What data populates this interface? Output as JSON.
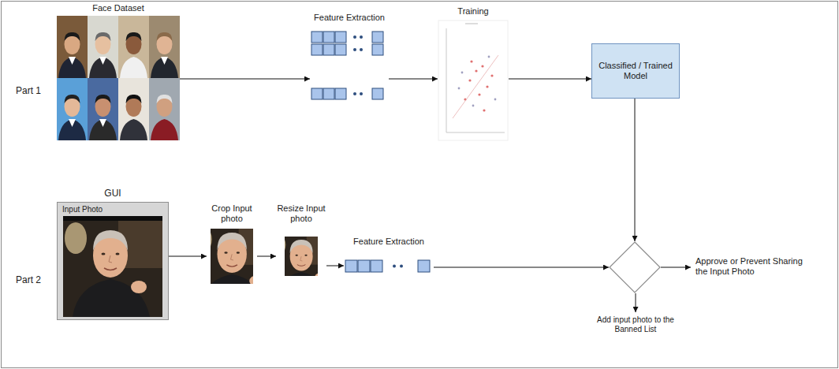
{
  "diagram": {
    "nodes": [
      {
        "text": [
          "Face Dataset"
        ]
      },
      {
        "text": [
          "Feature Extraction"
        ]
      },
      {
        "text": [
          "Training"
        ]
      },
      {
        "text": [
          "Classified / Trained Model"
        ]
      },
      {
        "text": [
          "GUI",
          "Input Photo"
        ]
      },
      {
        "text": [
          "Crop Input photo"
        ]
      },
      {
        "text": [
          "Resize Input photo"
        ]
      },
      {
        "text": [
          "Feature Extraction"
        ]
      },
      {
        "text": []
      },
      {
        "text": [
          "Approve or Prevent Sharing the Input Photo"
        ]
      },
      {
        "text": [
          "Add input photo to the Banned List"
        ]
      }
    ],
    "edges": [
      {
        "from": 0,
        "to": 1,
        "arrow": "to"
      },
      {
        "from": 1,
        "to": 2,
        "arrow": "to"
      },
      {
        "from": 2,
        "to": 3,
        "arrow": "to"
      },
      {
        "from": 3,
        "to": 8,
        "arrow": "to"
      },
      {
        "from": 4,
        "to": 5,
        "arrow": "to"
      },
      {
        "from": 5,
        "to": 6,
        "arrow": "to"
      },
      {
        "from": 6,
        "to": 7,
        "arrow": "to"
      },
      {
        "from": 7,
        "to": 8,
        "arrow": "to"
      },
      {
        "from": 8,
        "to": 9,
        "arrow": "to"
      },
      {
        "from": 8,
        "to": 10,
        "arrow": "to"
      }
    ],
    "labels": [
      "Part 1",
      "Part 2"
    ]
  }
}
